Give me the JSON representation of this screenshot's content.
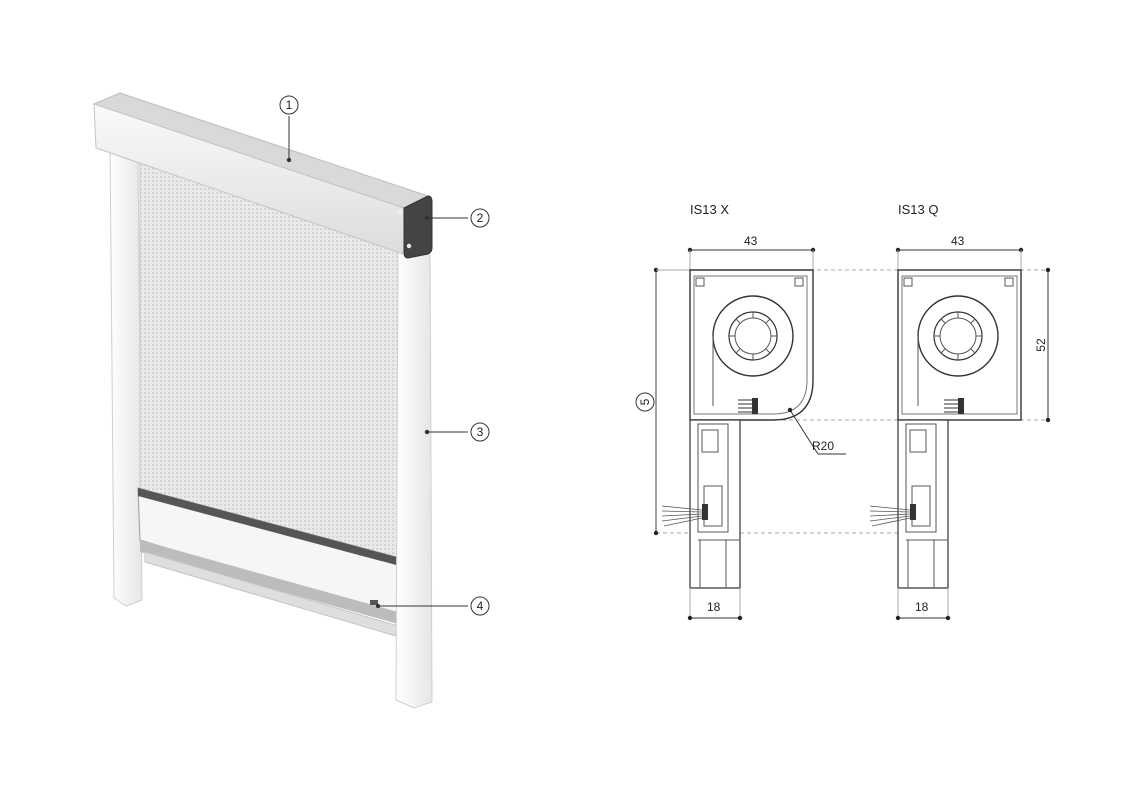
{
  "callouts": [
    {
      "id": "1",
      "label": "1"
    },
    {
      "id": "2",
      "label": "2"
    },
    {
      "id": "3",
      "label": "3"
    },
    {
      "id": "4",
      "label": "4"
    },
    {
      "id": "5",
      "label": "5"
    }
  ],
  "sections": [
    {
      "title": "IS13 X",
      "width_dim": "43",
      "rail_dim": "18",
      "radius": "R20"
    },
    {
      "title": "IS13 Q",
      "width_dim": "43",
      "rail_dim": "18",
      "height_dim": "52"
    }
  ],
  "colors": {
    "line": "#333333",
    "frame": "#f1f1f1",
    "mesh": "#e4e4e4",
    "cap": "#444444",
    "dim": "#aaaaaa"
  }
}
